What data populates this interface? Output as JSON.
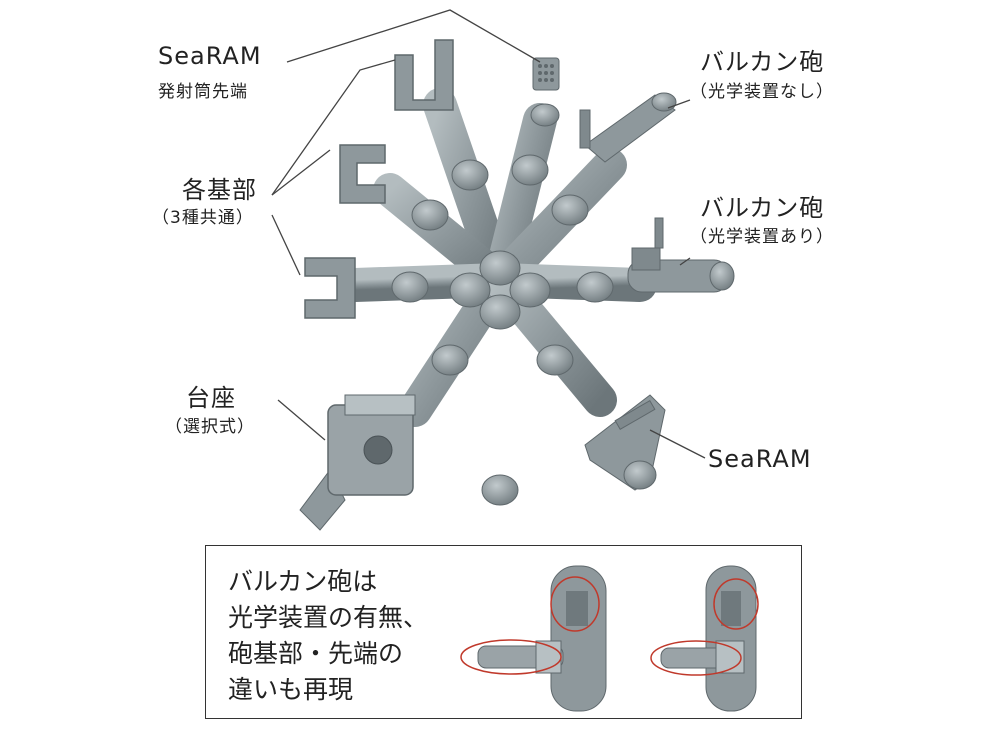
{
  "labels": {
    "searam_tip_title": "SeaRAM",
    "searam_tip_sub": "発射筒先端",
    "base_parts_title": "各基部",
    "base_parts_sub": "（3種共通）",
    "vulcan_no_optics_title": "バルカン砲",
    "vulcan_no_optics_sub": "（光学装置なし）",
    "vulcan_optics_title": "バルカン砲",
    "vulcan_optics_sub": "（光学装置あり）",
    "pedestal_title": "台座",
    "pedestal_sub": "（選択式）",
    "searam": "SeaRAM"
  },
  "callout": {
    "lines": [
      "バルカン砲は",
      "光学装置の有無、",
      "砲基部・先端の",
      "違いも再現"
    ]
  },
  "colors": {
    "plastic": "#8e989c",
    "plastic_light": "#b7c0c3",
    "plastic_dark": "#5f686c",
    "leader_line": "#444444",
    "highlight_circle": "#c0392b"
  }
}
